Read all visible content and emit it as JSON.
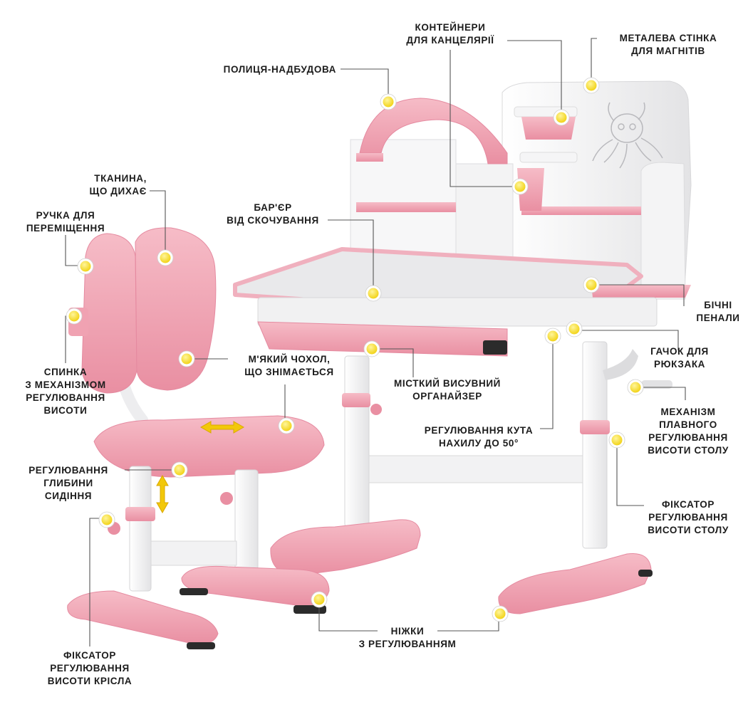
{
  "labels": {
    "shelf": "Полиця-надбудова",
    "containers": "Контейнери\nдля канцелярії",
    "magnet_wall": "Металева стінка\nдля магнітів",
    "fabric": "Тканина,\nщо дихає",
    "handle": "Ручка для\nпереміщення",
    "barrier": "Бар'єр\nвід скочування",
    "side_cases": "Бічні\nпенали",
    "hook": "Гачок для\nрюкзака",
    "backrest": "Спинка\nз механізмом\nрегулювання\nвисоти",
    "soft_cover": "М'який чохол,\nщо знімається",
    "organizer": "Місткий висувний\nорганайзер",
    "desk_height_mech": "Механізм\nплавного\nрегулювання\nвисоти столу",
    "tilt": "Регулювання кута\nнахилу до 50°",
    "seat_depth": "Регулювання\nглибини\nсидіння",
    "desk_height_lock": "Фіксатор\nрегулювання\nвисоти столу",
    "legs": "Ніжки\nз регулюванням",
    "chair_lock": "Фіксатор\nрегулювання\nвисоти крісла"
  },
  "colors": {
    "pink": "#f2a9b7",
    "pink_dark": "#e78a9d",
    "marker": "#f5dd2a",
    "marker_ring": "#ffffff",
    "frame": "#eeeeee",
    "desk_top": "#ececee",
    "line": "#555555",
    "text": "#1c1c1c"
  },
  "icons": {
    "marker": "marker-dot-icon",
    "horizontal_arrow": "double-arrow-horizontal-icon",
    "vertical_arrow": "double-arrow-vertical-icon",
    "octopus": "octopus-drawing-icon"
  }
}
